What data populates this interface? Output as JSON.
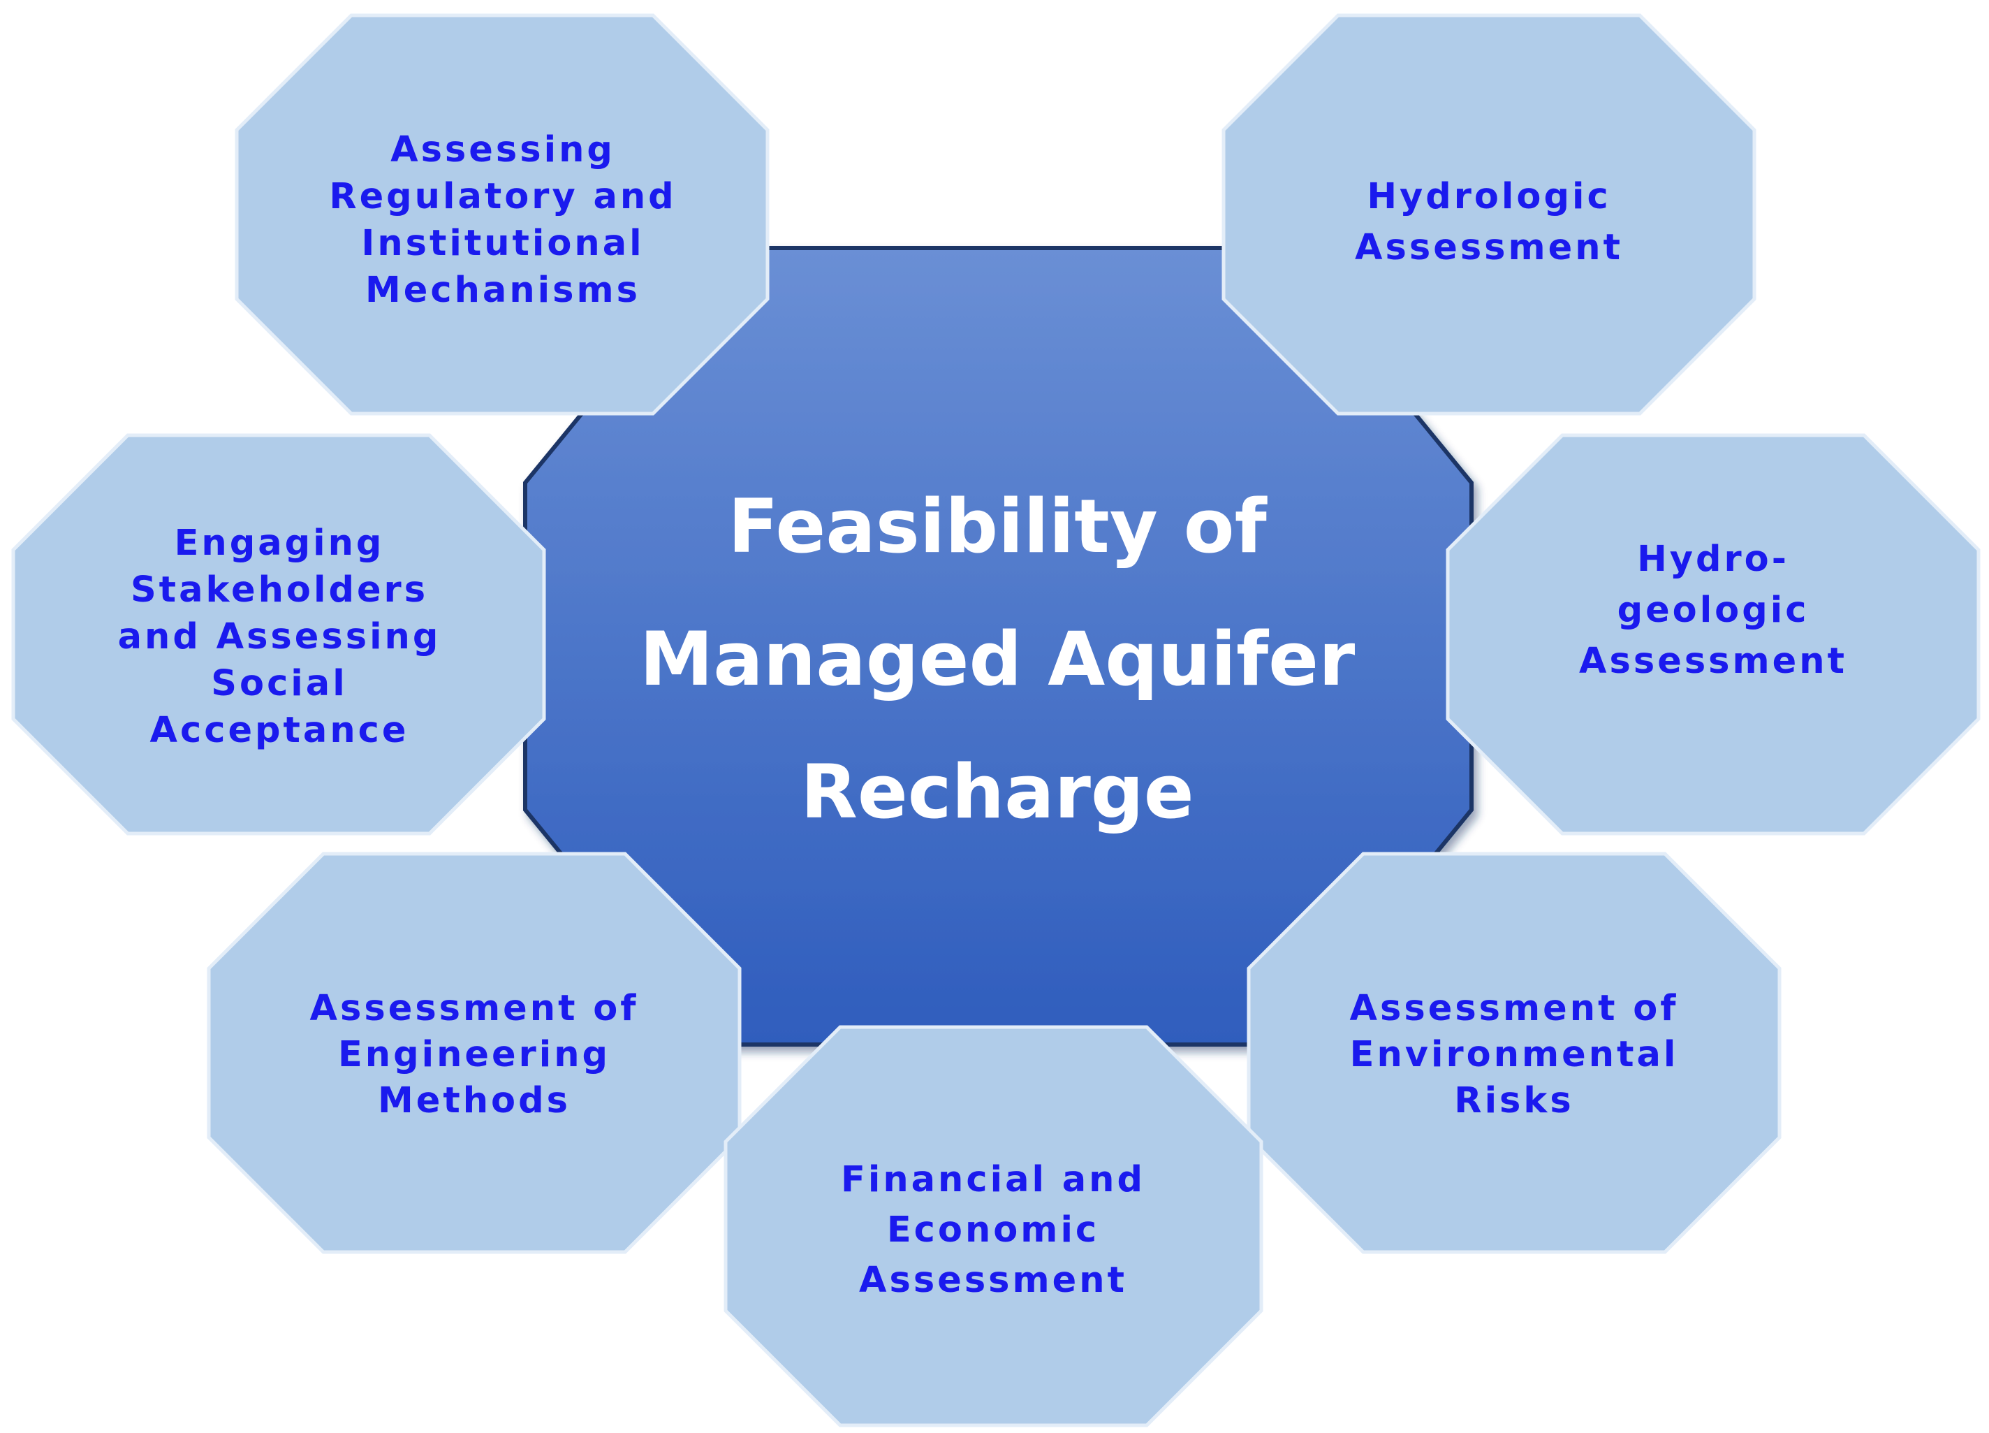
{
  "center": {
    "label_lines": [
      "Feasibility of",
      "Managed Aquifer",
      "Recharge"
    ]
  },
  "satellites": [
    {
      "id": "regulatory",
      "lines": [
        "Assessing",
        "Regulatory and",
        "Institutional",
        "Mechanisms"
      ]
    },
    {
      "id": "hydrologic",
      "lines": [
        "Hydrologic",
        "Assessment"
      ]
    },
    {
      "id": "stakeholders",
      "lines": [
        "Engaging",
        "Stakeholders",
        "and Assessing",
        "Social",
        "Acceptance"
      ]
    },
    {
      "id": "hydrogeologic",
      "lines": [
        "Hydro-",
        "geologic",
        "Assessment"
      ]
    },
    {
      "id": "engineering",
      "lines": [
        "Assessment of",
        "Engineering",
        "Methods"
      ]
    },
    {
      "id": "environmental",
      "lines": [
        "Assessment of",
        "Environmental",
        "Risks"
      ]
    },
    {
      "id": "financial",
      "lines": [
        "Financial and",
        "Economic",
        "Assessment"
      ]
    }
  ],
  "colors": {
    "satellite_fill": "#b0cce9",
    "satellite_stroke": "#e3edf8",
    "satellite_text": "#1a1aee",
    "center_fill_top": "#6a8fd5",
    "center_fill_bottom": "#2f5dbd",
    "center_stroke": "#1d3566",
    "center_text": "#ffffff"
  }
}
